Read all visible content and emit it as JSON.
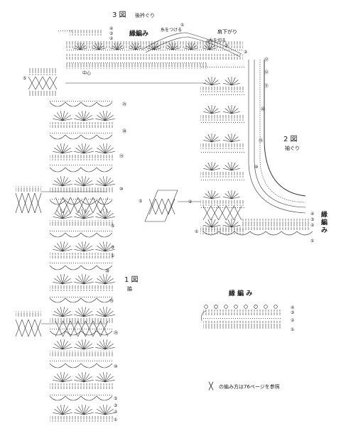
{
  "fig3": {
    "number": "3 図",
    "title": "後衿ぐり",
    "border_label": "縁編み",
    "yarn_join": "糸をつける",
    "shoulder_label": "肩下がり",
    "yarn_cut": "糸を切る",
    "center_label": "中心",
    "rows": [
      "④",
      "③",
      "②",
      "①"
    ],
    "side_rows": [
      "⑤",
      "④",
      "③",
      "②",
      "⑫"
    ]
  },
  "fig2": {
    "number": "2 図",
    "title": "袖ぐり",
    "border_label_1": "縁",
    "border_label_2": "編",
    "border_label_3": "み",
    "rows": [
      "⑫",
      "⑪",
      "⑳",
      "⑮",
      "⑩",
      "⑤",
      "①",
      "④",
      "③",
      "②",
      "①"
    ]
  },
  "fig1": {
    "number": "1 図",
    "title": "脇",
    "rows": [
      "㉕",
      "⑳",
      "⑮",
      "⑩",
      "⑤",
      "③",
      "①",
      "⑳",
      "⑮",
      "⑩",
      "⑤",
      "③",
      "②",
      "①"
    ],
    "left_rows": [
      "⑤"
    ]
  },
  "edging": {
    "title": "縁 編 み",
    "rows": [
      "④",
      "③",
      "②",
      "①"
    ]
  },
  "note": "の編み方は76ページを参照",
  "colors": {
    "ink": "#1a1a1a",
    "paper": "#ffffff"
  }
}
